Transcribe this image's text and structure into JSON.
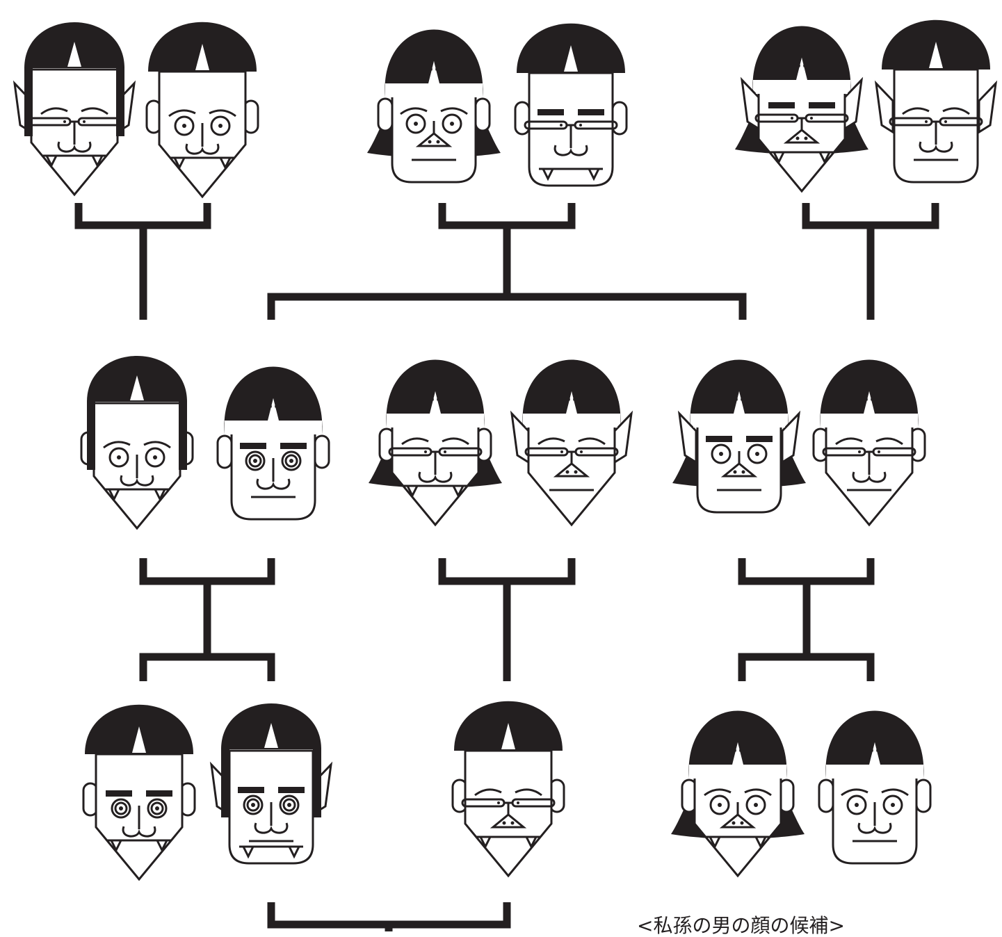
{
  "diagram": {
    "type": "family-tree",
    "ink_color": "#231f20",
    "background": "#ffffff",
    "caption": "<私孫の男の顔の候補>",
    "generations": [
      {
        "level": 1,
        "couples": [
          {
            "members": [
              {
                "hair": "long-pointed",
                "face": "pointed",
                "ears": "horned",
                "eyes": "glasses",
                "brows": "arched",
                "nose": "line",
                "mouth": "whisker",
                "fangs": true,
                "side_hair": false
              },
              {
                "hair": "bowl",
                "face": "pointed",
                "ears": "round",
                "eyes": "rings",
                "brows": "arched",
                "nose": "line",
                "mouth": "whisker",
                "fangs": true,
                "side_hair": false
              }
            ]
          },
          {
            "members": [
              {
                "hair": "bob",
                "face": "square",
                "ears": "round",
                "eyes": "rings",
                "brows": "arched",
                "nose": "triangle",
                "mouth": "line",
                "fangs": false,
                "side_hair": true
              },
              {
                "hair": "bowl",
                "face": "square",
                "ears": "round",
                "eyes": "glasses",
                "brows": "bars",
                "nose": "line",
                "mouth": "whisker",
                "fangs": true,
                "side_hair": false
              }
            ]
          },
          {
            "members": [
              {
                "hair": "bob",
                "face": "pointed",
                "ears": "horned",
                "eyes": "glasses",
                "brows": "bars",
                "nose": "triangle",
                "mouth": "none",
                "fangs": true,
                "side_hair": true
              },
              {
                "hair": "bowl",
                "face": "square",
                "ears": "horned",
                "eyes": "glasses",
                "brows": "arched",
                "nose": "line",
                "mouth": "whisker-line",
                "fangs": false,
                "side_hair": false
              }
            ]
          }
        ]
      },
      {
        "level": 2,
        "couples": [
          {
            "members": [
              {
                "hair": "long-pointed",
                "face": "pointed",
                "ears": "round",
                "eyes": "rings",
                "brows": "arched",
                "nose": "line",
                "mouth": "whisker",
                "fangs": true,
                "side_hair": false
              },
              {
                "hair": "bob",
                "face": "square",
                "ears": "round",
                "eyes": "double-rings",
                "brows": "bars",
                "nose": "line",
                "mouth": "whisker-line",
                "fangs": false,
                "side_hair": false
              }
            ]
          },
          {
            "members": [
              {
                "hair": "bob",
                "face": "pointed",
                "ears": "round",
                "eyes": "glasses",
                "brows": "arched",
                "nose": "line",
                "mouth": "whisker",
                "fangs": true,
                "side_hair": true
              },
              {
                "hair": "bob",
                "face": "pointed",
                "ears": "horned",
                "eyes": "glasses",
                "brows": "arched",
                "nose": "triangle",
                "mouth": "line",
                "fangs": false,
                "side_hair": false
              }
            ]
          },
          {
            "members": [
              {
                "hair": "bob",
                "face": "square",
                "ears": "horned",
                "eyes": "rings",
                "brows": "bars",
                "nose": "triangle",
                "mouth": "line",
                "fangs": false,
                "side_hair": true
              },
              {
                "hair": "bob",
                "face": "pointed",
                "ears": "round",
                "eyes": "glasses",
                "brows": "arched",
                "nose": "line",
                "mouth": "whisker-line",
                "fangs": false,
                "side_hair": false
              }
            ]
          }
        ]
      },
      {
        "level": 3,
        "couples": [
          {
            "members": [
              {
                "hair": "bowl",
                "face": "pointed",
                "ears": "round",
                "eyes": "double-rings",
                "brows": "bars",
                "nose": "line",
                "mouth": "whisker",
                "fangs": true,
                "side_hair": false
              },
              {
                "hair": "long-pointed",
                "face": "square",
                "ears": "horned",
                "eyes": "double-rings",
                "brows": "bars",
                "nose": "line",
                "mouth": "whisker-line",
                "fangs": true,
                "side_hair": false
              }
            ]
          },
          {
            "members": [
              {
                "hair": "bowl",
                "face": "pointed",
                "ears": "round",
                "eyes": "glasses",
                "brows": "arched",
                "nose": "triangle",
                "mouth": "none",
                "fangs": true,
                "side_hair": false
              }
            ]
          },
          {
            "members": [
              {
                "hair": "bob",
                "face": "pointed",
                "ears": "round",
                "eyes": "rings",
                "brows": "arched",
                "nose": "triangle",
                "mouth": "none",
                "fangs": true,
                "side_hair": true
              },
              {
                "hair": "bob",
                "face": "square",
                "ears": "round",
                "eyes": "rings",
                "brows": "arched",
                "nose": "line",
                "mouth": "whisker-line",
                "fangs": false,
                "side_hair": false
              }
            ]
          }
        ]
      }
    ]
  }
}
